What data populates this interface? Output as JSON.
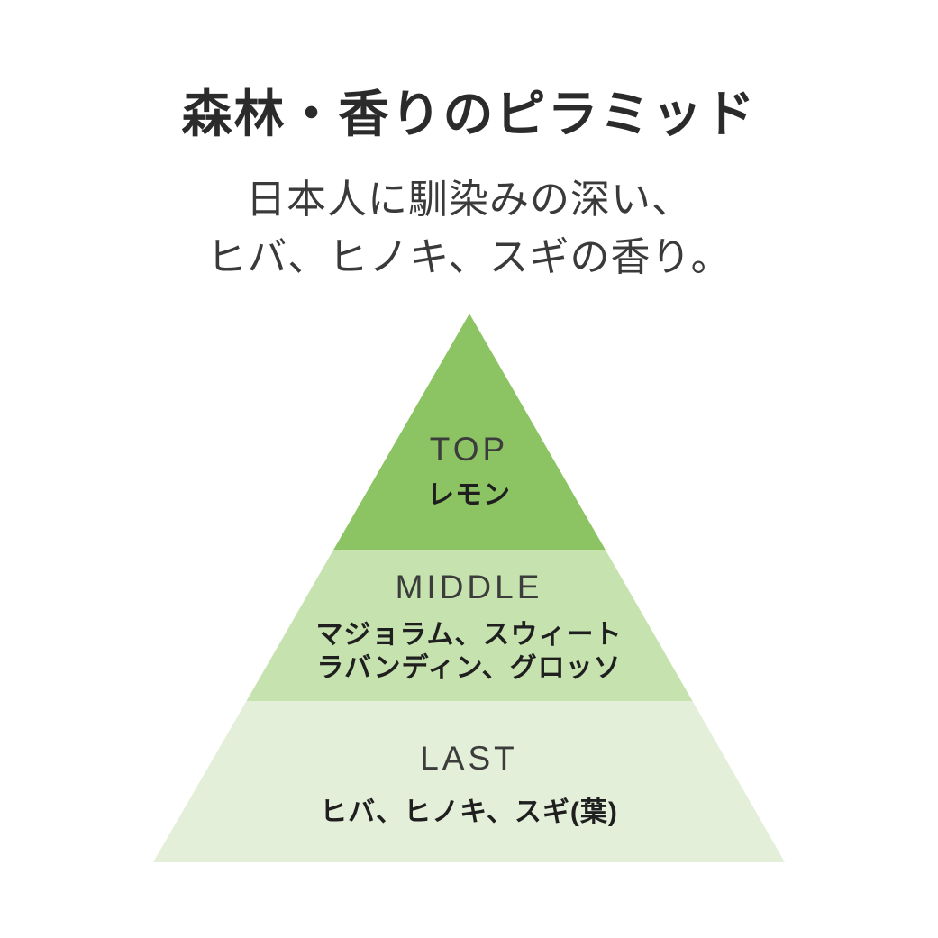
{
  "page": {
    "background_color": "#ffffff"
  },
  "header": {
    "title": "森林・香りのピラミッド",
    "subtitle_lines": [
      "日本人に馴染みの深い、",
      "ヒバ、ヒノキ、スギの香り。"
    ]
  },
  "pyramid": {
    "levels": [
      {
        "label": "TOP",
        "notes": "レモン",
        "color": "#8cc463"
      },
      {
        "label": "MIDDLE",
        "notes_line1": "マジョラム、スウィート",
        "notes_line2": "ラバンディン、グロッソ",
        "color": "#c6e2af"
      },
      {
        "label": "LAST",
        "notes": "ヒバ、ヒノキ、スギ(葉)",
        "color": "#e3efd8"
      }
    ],
    "label_text_color": "#3c3c3c",
    "notes_text_color": "#1f1f1f"
  }
}
